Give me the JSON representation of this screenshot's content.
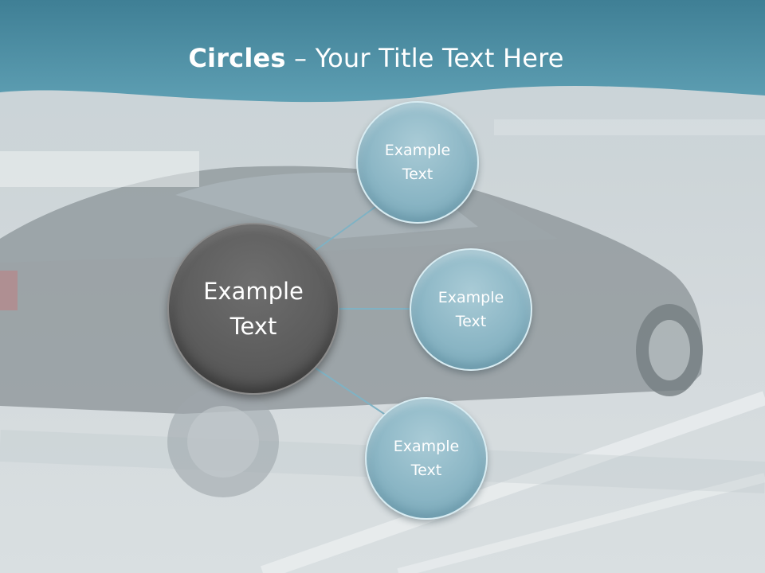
{
  "slide": {
    "title_bold": "Circles",
    "title_rest": " – Your Title Text Here"
  },
  "diagram": {
    "center": {
      "label": "Example Text"
    },
    "satellites": [
      {
        "label": "Example Text"
      },
      {
        "label": "Example Text"
      },
      {
        "label": "Example Text"
      }
    ]
  },
  "colors": {
    "header": "#4d91a6",
    "satellite_fill": "#8bb6c5",
    "center_fill": "#5d5d5d",
    "connector": "#7fb2c4"
  }
}
